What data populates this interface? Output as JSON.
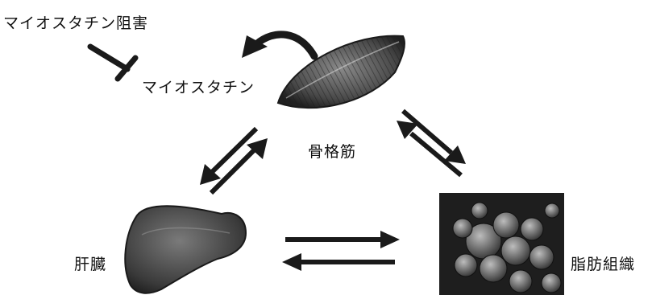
{
  "labels": {
    "inhibition": "マイオスタチン阻害",
    "myostatin": "マイオスタチン",
    "muscle": "骨格筋",
    "liver": "肝臓",
    "adipose": "脂肪組織"
  },
  "icons": {
    "muscle": "skeletal-muscle-icon",
    "liver": "liver-icon",
    "adipose": "adipose-tissue-icon"
  },
  "colors": {
    "ink": "#1a1a1a",
    "paper": "#ffffff"
  }
}
